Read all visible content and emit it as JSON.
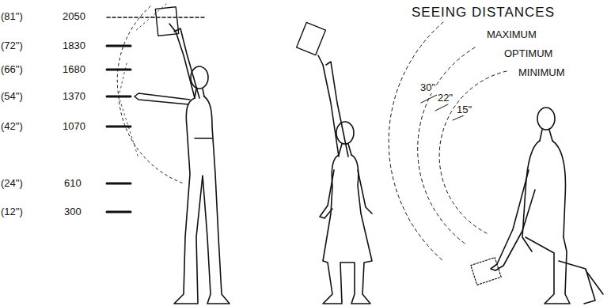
{
  "diagram": {
    "title": "SEEING DISTANCES",
    "labels": [
      "(81\")",
      "2050",
      "(72\")",
      "1830",
      "(66\")",
      "1680",
      "(54\")",
      "1370",
      "(42\")",
      "1070",
      "(24\")",
      "610",
      "(12\")",
      "300",
      "MAXIMUM",
      "OPTIMUM",
      "MINIMUM",
      "30\"",
      "22\"",
      "15\""
    ]
  }
}
